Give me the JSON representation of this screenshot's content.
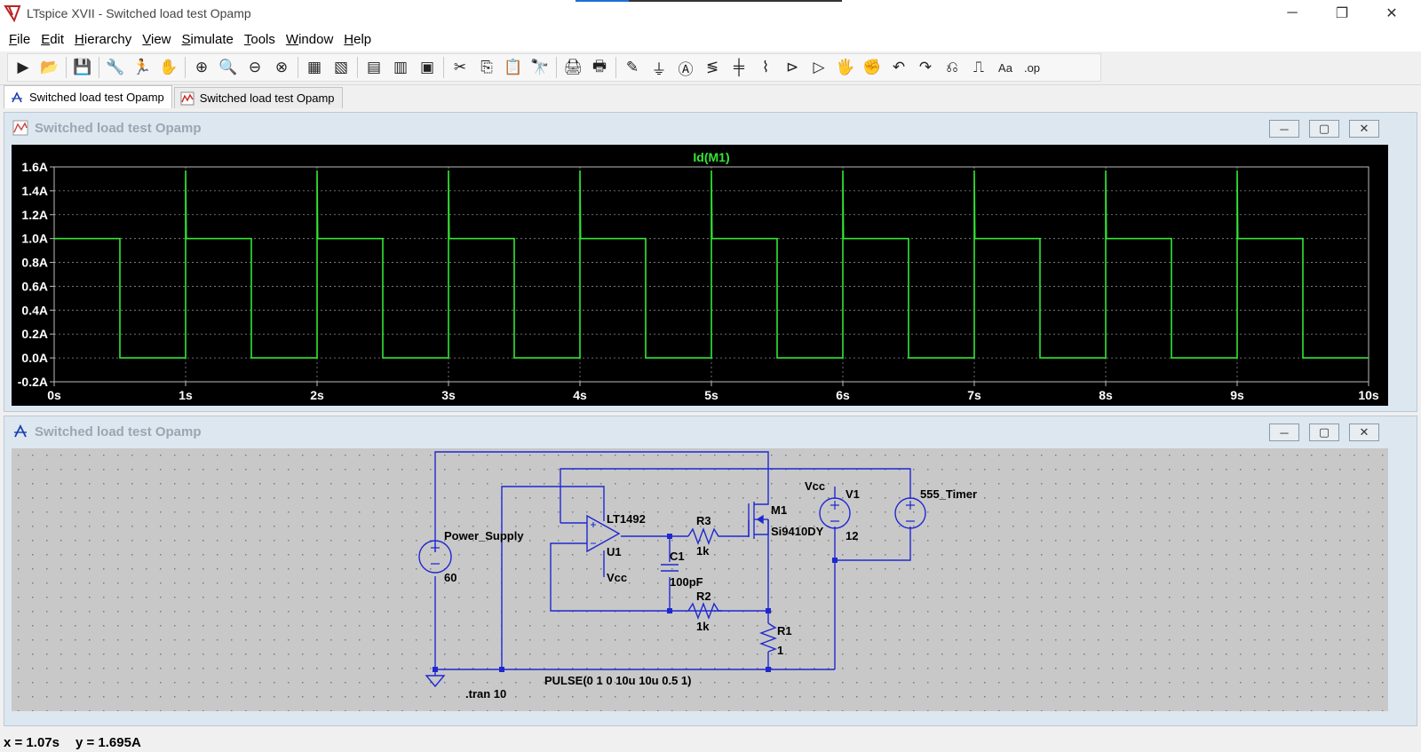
{
  "window": {
    "title": "LTspice XVII - Switched load test Opamp",
    "controls": {
      "minimize": "─",
      "restore": "❐",
      "close": "✕"
    }
  },
  "menu": [
    "File",
    "Edit",
    "Hierarchy",
    "View",
    "Simulate",
    "Tools",
    "Window",
    "Help"
  ],
  "toolbar": {
    "icons": [
      "run-icon",
      "open-icon",
      "save-icon",
      "control-panel-icon",
      "run-man-icon",
      "pan-hand-icon",
      "zoom-in-icon",
      "zoom-fit-icon",
      "zoom-out-icon",
      "zoom-cancel-icon",
      "autorange-icon",
      "mark-icon",
      "tile-horizontal-icon",
      "tile-vertical-icon",
      "cascade-icon",
      "cut-icon",
      "copy-icon",
      "paste-icon",
      "find-icon",
      "print-icon",
      "print-setup-icon",
      "wire-pencil-icon",
      "ground-icon",
      "label-icon",
      "resistor-icon",
      "capacitor-icon",
      "inductor-icon",
      "diode-icon",
      "component-icon",
      "move-hand-icon",
      "drag-hand-icon",
      "undo-icon",
      "redo-icon",
      "rotate-icon",
      "mirror-icon",
      "text-icon",
      "spice-directive-icon"
    ],
    "glyphs": [
      "▶",
      "📂",
      "💾",
      "🔧",
      "🏃",
      "✋",
      "⊕",
      "🔍",
      "⊖",
      "⊗",
      "▦",
      "▧",
      "▤",
      "▥",
      "▣",
      "✂",
      "⎘",
      "📋",
      "🔭",
      "🖨",
      "🖶",
      "✎",
      "⏚",
      "Ⓐ",
      "≶",
      "╪",
      "⌇",
      "⊳",
      "▷",
      "🖐",
      "✊",
      "↶",
      "↷",
      "⎌",
      "⎍",
      "Aa",
      ".op"
    ]
  },
  "tabs": [
    {
      "label": "Switched load test Opamp",
      "kind": "schematic",
      "active": true
    },
    {
      "label": "Switched load test Opamp",
      "kind": "waveform",
      "active": false
    }
  ],
  "plot_window": {
    "title": "Switched load test Opamp"
  },
  "schematic_window": {
    "title": "Switched load test Opamp"
  },
  "chart_data": {
    "type": "line",
    "trace_name": "Id(M1)",
    "trace_color": "#33e633",
    "background": "#000000",
    "xlabel": "",
    "ylabel": "",
    "xlim": [
      0,
      10
    ],
    "ylim": [
      -0.2,
      1.6
    ],
    "grid": true,
    "x_ticks": [
      0,
      1,
      2,
      3,
      4,
      5,
      6,
      7,
      8,
      9,
      10
    ],
    "x_tick_labels": [
      "0s",
      "1s",
      "2s",
      "3s",
      "4s",
      "5s",
      "6s",
      "7s",
      "8s",
      "9s",
      "10s"
    ],
    "y_ticks": [
      1.6,
      1.4,
      1.2,
      1.0,
      0.8,
      0.6,
      0.4,
      0.2,
      0.0,
      -0.2
    ],
    "y_tick_labels": [
      "1.6A",
      "1.4A",
      "1.2A",
      "1.0A",
      "0.8A",
      "0.6A",
      "0.4A",
      "0.2A",
      "0.0A",
      "-0.2A"
    ],
    "x": [
      0,
      0.5,
      0.5,
      1,
      1,
      1.005,
      1.5,
      1.5,
      2,
      2,
      2.005,
      2.5,
      2.5,
      3,
      3,
      3.005,
      3.5,
      3.5,
      4,
      4,
      4.005,
      4.5,
      4.5,
      5,
      5,
      5.005,
      5.5,
      5.5,
      6,
      6,
      6.005,
      6.5,
      6.5,
      7,
      7,
      7.005,
      7.5,
      7.5,
      8,
      8,
      8.005,
      8.5,
      8.5,
      9,
      9,
      9.005,
      9.5,
      9.5,
      10
    ],
    "y": [
      1.0,
      1.0,
      0,
      0,
      1.57,
      1.0,
      1.0,
      0,
      0,
      1.57,
      1.0,
      1.0,
      0,
      0,
      1.57,
      1.0,
      1.0,
      0,
      0,
      1.57,
      1.0,
      1.0,
      0,
      0,
      1.57,
      1.0,
      1.0,
      0,
      0,
      1.57,
      1.0,
      1.0,
      0,
      0,
      1.57,
      1.0,
      1.0,
      0,
      0,
      1.57,
      1.0,
      1.0,
      0,
      0,
      1.57,
      1.0,
      1.0,
      0,
      0
    ]
  },
  "schematic": {
    "labels": {
      "power_supply": "Power_Supply",
      "power_supply_value": "60",
      "opamp_model": "LT1492",
      "opamp_ref": "U1",
      "opamp_vcc": "Vcc",
      "c1_ref": "C1",
      "c1_value": "100pF",
      "r3_ref": "R3",
      "r3_value": "1k",
      "r2_ref": "R2",
      "r2_value": "1k",
      "m1_ref": "M1",
      "m1_model": "Si9410DY",
      "v1_net": "Vcc",
      "v1_ref": "V1",
      "v1_value": "12",
      "timer": "555_Timer",
      "r1_ref": "R1",
      "r1_value": "1",
      "pulse": "PULSE(0 1 0 10u 10u 0.5 1)",
      "tran": ".tran 10"
    }
  },
  "status": {
    "x": "x = 1.07s",
    "y": "y = 1.695A"
  }
}
